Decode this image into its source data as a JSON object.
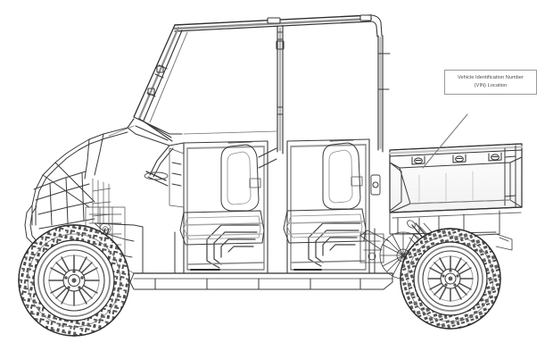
{
  "document": {
    "title": "Vehicle Identification Number Location",
    "type": "technical-line-drawing",
    "view": "left-side-profile",
    "background_color": "#ffffff"
  },
  "illustration": {
    "subject": "Utility Task Vehicle (UTV) side elevation",
    "configuration": "crew cab, four seat, two row",
    "line_color": "#3a3a3a",
    "shade_color": "#bdbdbd",
    "components": [
      {
        "name": "roll-cage",
        "label": "ROPS roll cage"
      },
      {
        "name": "windshield-frame",
        "label": "Raked windshield frame"
      },
      {
        "name": "front-hood",
        "label": "Front hood"
      },
      {
        "name": "front-bumper",
        "label": "Front bumper"
      },
      {
        "name": "front-wheel",
        "label": "Front knobby tire and alloy wheel"
      },
      {
        "name": "rear-wheel",
        "label": "Rear knobby tire and alloy wheel"
      },
      {
        "name": "front-door",
        "label": "Front door panel"
      },
      {
        "name": "rear-door",
        "label": "Rear door panel"
      },
      {
        "name": "front-seat",
        "label": "Front row bench seat"
      },
      {
        "name": "rear-seat",
        "label": "Second row bench seat"
      },
      {
        "name": "cargo-bed",
        "label": "Rear cargo bed box"
      },
      {
        "name": "bed-tiedown",
        "label": "Cargo bed tie-down anchor"
      },
      {
        "name": "rear-suspension",
        "label": "Rear suspension and drivetrain"
      }
    ]
  },
  "callout": {
    "line1": "Vehicle Identification Number",
    "line2": "(VIN) Location",
    "border_color": "#9a9a9a",
    "text_color": "#4a4a4a",
    "points_to": "cargo-bed"
  }
}
